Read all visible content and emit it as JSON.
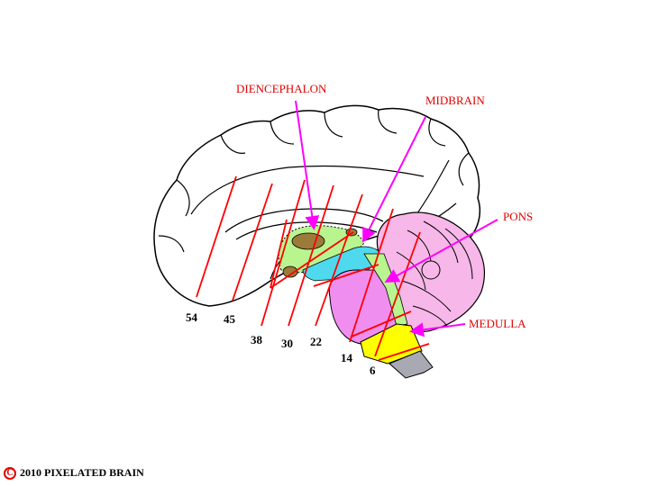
{
  "colors": {
    "label": "#e00000",
    "arrow": "#ff00ff",
    "cut_line": "#ff0000",
    "diencephalon": "#b9f58f",
    "midbrain": "#4fd9ee",
    "pons": "#f08ef0",
    "medulla": "#ffff00",
    "cerebellum": "#f7b7e8",
    "spinal_cord": "#a9a9b4",
    "thalamus_core": "#9c7a3a"
  },
  "labels": {
    "diencephalon": "DIENCEPHALON",
    "midbrain": "MIDBRAIN",
    "pons": "PONS",
    "medulla": "MEDULLA"
  },
  "section_numbers": [
    "54",
    "45",
    "38",
    "30",
    "22",
    "14",
    "6"
  ],
  "copyright": {
    "icon": "copyright-icon",
    "symbol": "C",
    "text": "2010  PIXELATED BRAIN"
  }
}
